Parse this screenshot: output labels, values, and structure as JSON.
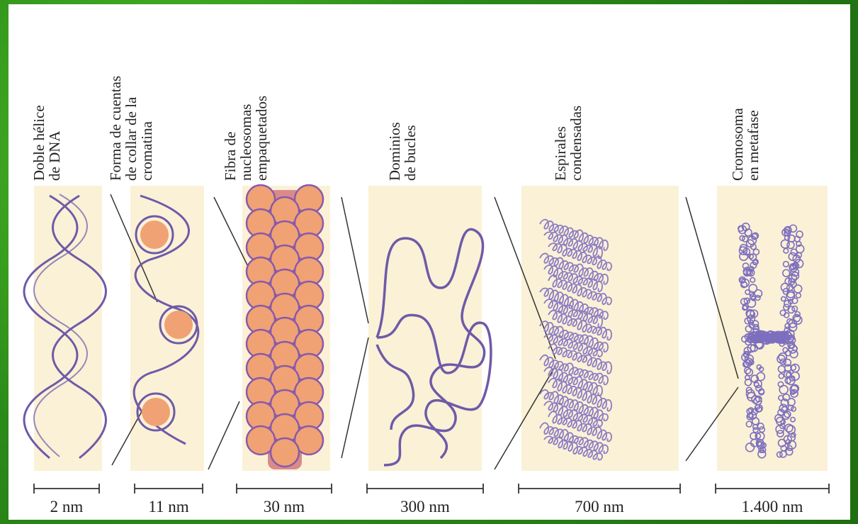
{
  "stages": [
    {
      "label_lines": [
        "Doble hélice",
        "de DNA"
      ],
      "scale": "2 nm"
    },
    {
      "label_lines": [
        "Forma de cuentas",
        "de collar de la",
        "cromatina"
      ],
      "scale": "11 nm"
    },
    {
      "label_lines": [
        "Fibra de",
        "nucleosomas",
        "empaquetados"
      ],
      "scale": "30 nm"
    },
    {
      "label_lines": [
        "Dominios",
        "de bucles"
      ],
      "scale": "300 nm"
    },
    {
      "label_lines": [
        "Espirales",
        "condensadas"
      ],
      "scale": "700 nm"
    },
    {
      "label_lines": [
        "Cromosoma",
        "en metafase"
      ],
      "scale": "1.400 nm"
    }
  ],
  "colors": {
    "background_panel": "#fbf1d6",
    "dna_strand": "#6e5aa8",
    "nucleosome": "#f0a274",
    "fiber_core": "#d98a8a",
    "border": "#2f8f1d"
  }
}
